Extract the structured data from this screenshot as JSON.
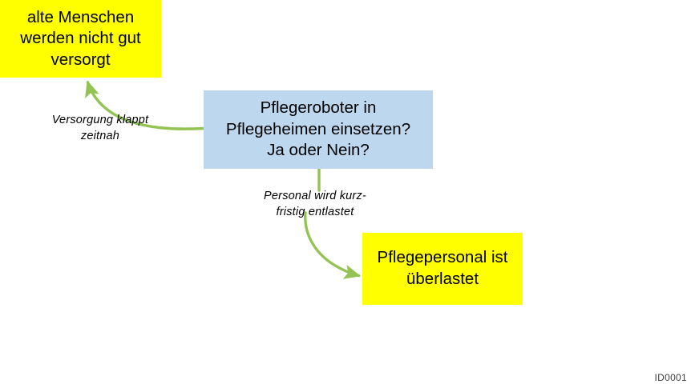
{
  "diagram": {
    "id_label": "ID0001",
    "type": "causal-influence-diagram",
    "colors": {
      "effect_node_fill": "#FFFF00",
      "question_node_fill": "#BDD7EE",
      "arrow": "#92C353",
      "text": "#000000",
      "background": "#FFFFFF"
    },
    "nodes": [
      {
        "key": "elderly_care",
        "role": "effect",
        "text": "alte Menschen\nwerden nicht gut\nversorgt"
      },
      {
        "key": "question",
        "role": "question",
        "text": "Pflegeroboter in\nPflegeheimen einsetzen?\nJa oder Nein?"
      },
      {
        "key": "nursing_staff",
        "role": "effect",
        "text": "Pflegepersonal ist\nüberlastet"
      }
    ],
    "edges": [
      {
        "key": "supply",
        "from": "question",
        "to": "elderly_care",
        "label": "Versorgung  klappt\nzeitnah"
      },
      {
        "key": "relief",
        "from": "question",
        "to": "nursing_staff",
        "label": "Personal wird kurz-\nfristig entlastet"
      }
    ]
  }
}
